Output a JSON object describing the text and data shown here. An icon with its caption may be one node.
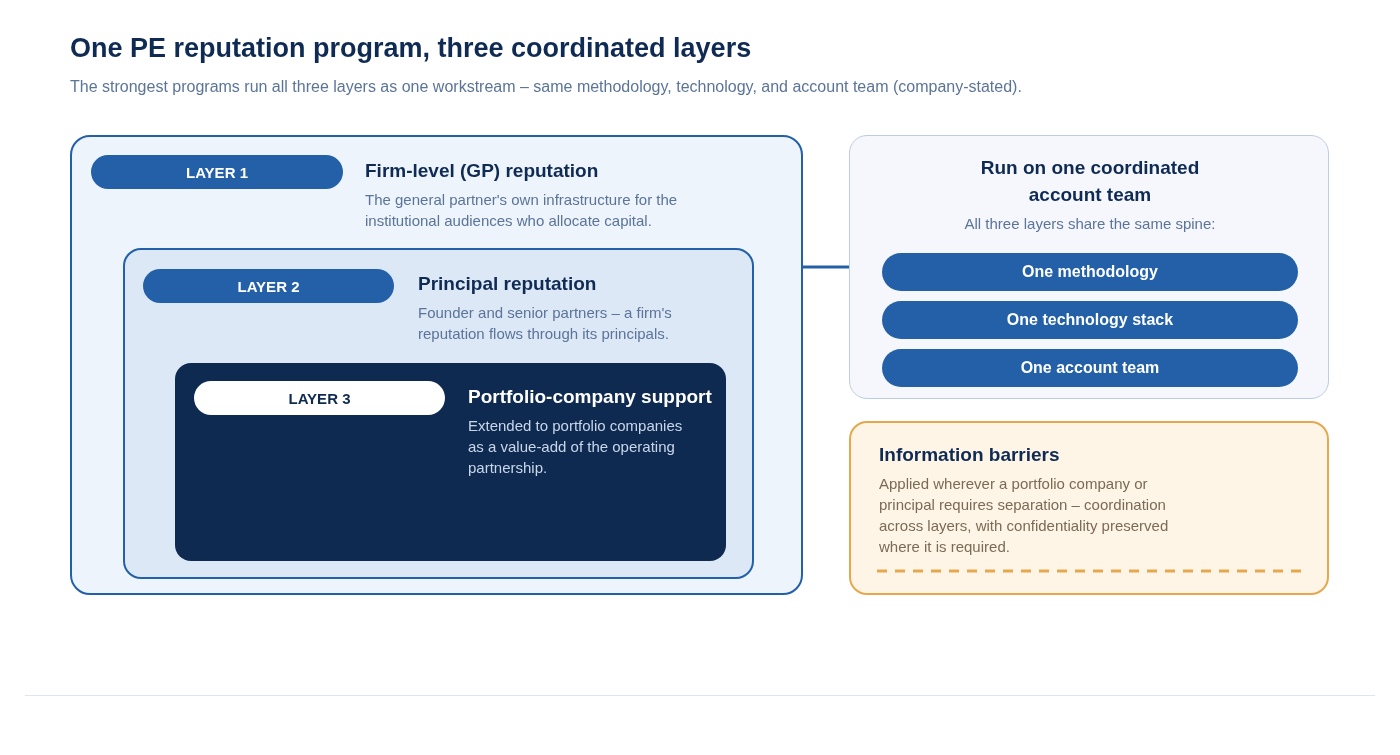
{
  "diagram": {
    "title": "One PE reputation program, three coordinated layers",
    "nodes": [
      {
        "text": [
          "Firm-level (GP) reputation",
          "The general partner's own infrastructure for the institutional audiences who allocate capital."
        ]
      },
      {
        "text": [
          "LAYER 1"
        ],
        "in": 0
      },
      {
        "text": [
          "Principal reputation",
          "Founder and senior partners – a firm's reputation flows through its principals."
        ],
        "in": 0
      },
      {
        "text": [
          "LAYER 2"
        ],
        "in": 2
      },
      {
        "text": [
          "Portfolio-company support",
          "Extended to portfolio companies as a value-add of the operating partnership."
        ],
        "in": 2
      },
      {
        "text": [
          "LAYER 3"
        ],
        "in": 4
      },
      {
        "text": [
          "Run on one coordinated account team",
          "All three layers share the same spine:"
        ]
      },
      {
        "text": [
          "One methodology"
        ],
        "in": 6
      },
      {
        "text": [
          "One technology stack"
        ],
        "in": 6
      },
      {
        "text": [
          "One account team"
        ],
        "in": 6
      },
      {
        "text": [
          "Information barriers",
          "Applied wherever a portfolio company or principal requires separation – coordination across layers, with confidentiality preserved where it is required."
        ]
      }
    ],
    "edges": [
      {
        "from": 0,
        "to": 6,
        "arrow": "none"
      }
    ],
    "labels": [
      "The strongest programs run all three layers as one workstream – same methodology, technology, and account team (company-stated)."
    ]
  }
}
